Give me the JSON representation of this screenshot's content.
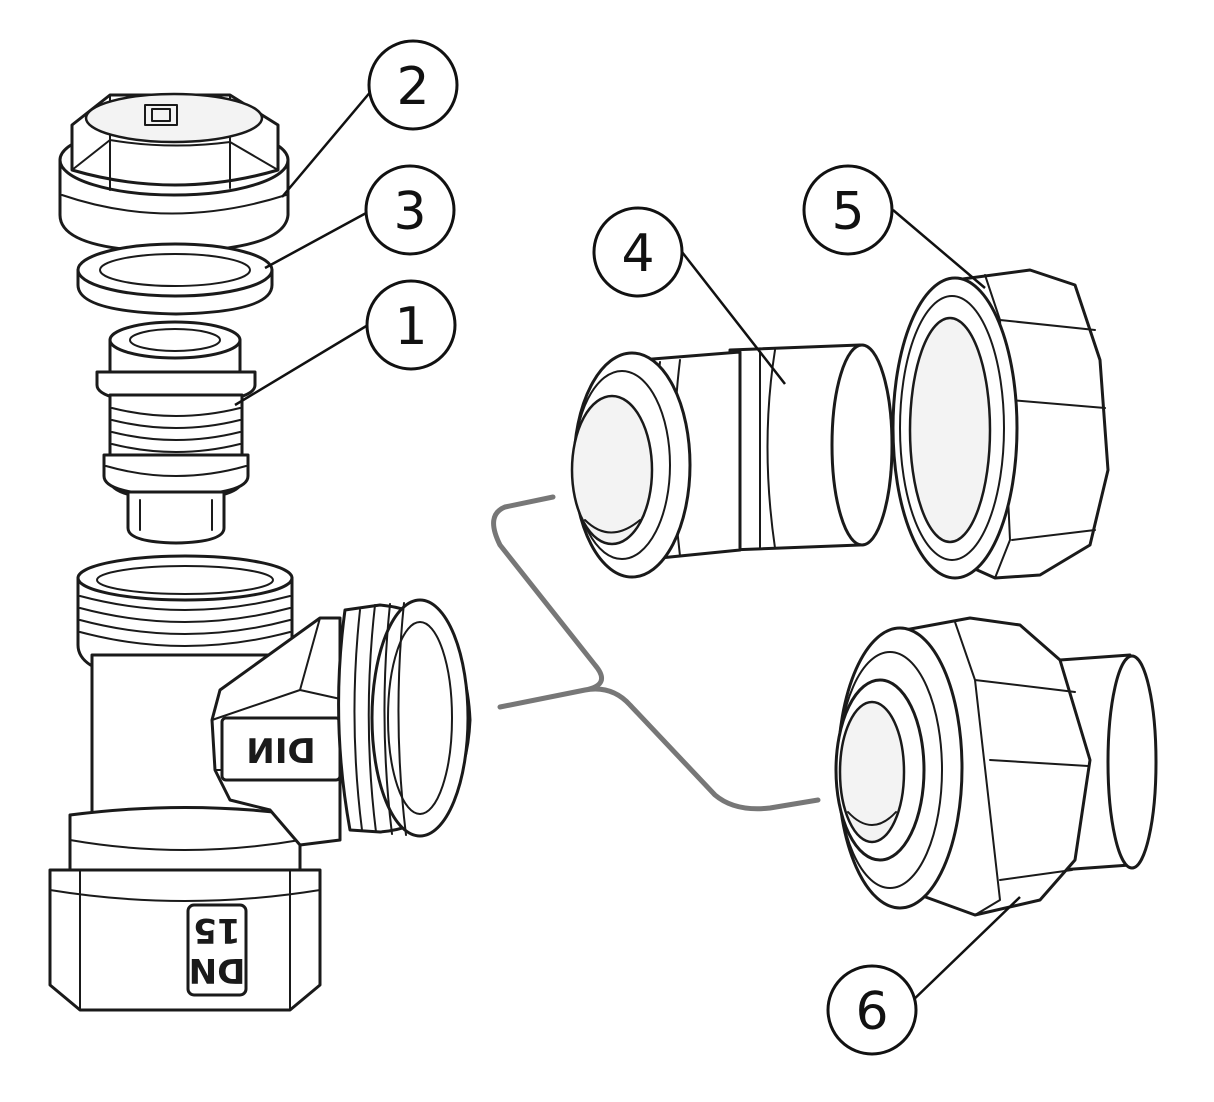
{
  "callouts": [
    {
      "id": "1",
      "label": "1"
    },
    {
      "id": "2",
      "label": "2"
    },
    {
      "id": "3",
      "label": "3"
    },
    {
      "id": "4",
      "label": "4"
    },
    {
      "id": "5",
      "label": "5"
    },
    {
      "id": "6",
      "label": "6"
    }
  ],
  "markings": {
    "din": "DIN",
    "dn15_top": "15",
    "dn15_bottom": "DN"
  },
  "colors": {
    "line": "#1a1a1a",
    "bracket": "#777777",
    "background": "#ffffff"
  }
}
